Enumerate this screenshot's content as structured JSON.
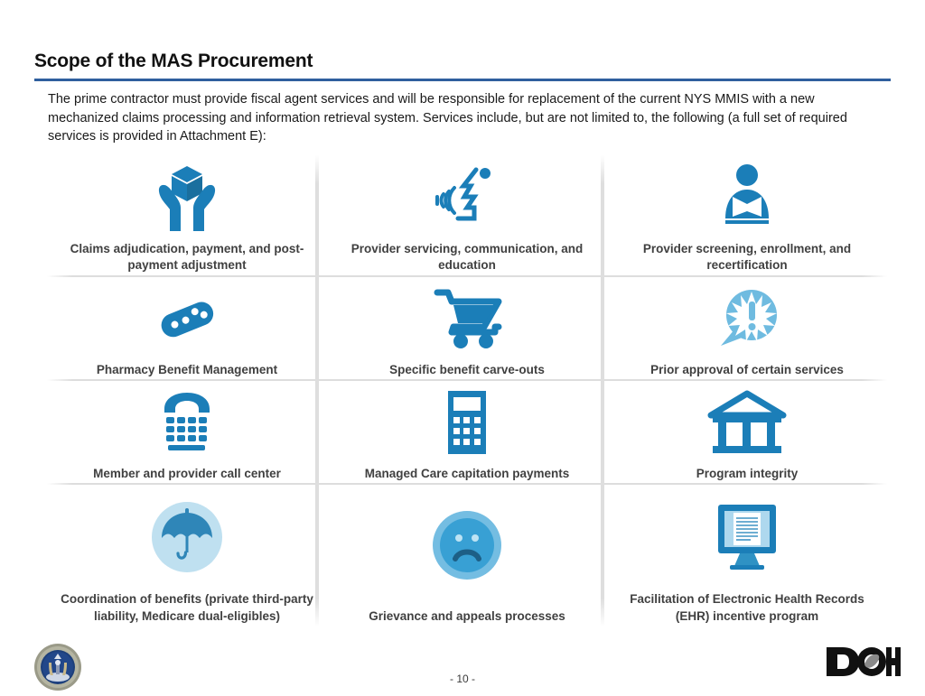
{
  "slide": {
    "title": "Scope of the MAS Procurement",
    "intro": "The prime contractor must provide fiscal agent services and will be responsible for replacement of the current NYS MMIS with a new mechanized claims processing and information retrieval system.  Services include, but are not limited to, the following (a full set of required services is provided in Attachment E):",
    "page_number": "- 10 -",
    "accent_rule_color": "#2f5f9e",
    "icon_primary_color": "#1b7eb8",
    "icon_light_color": "#7fc1e3",
    "caption_color": "#404040"
  },
  "footer": {
    "seal_name": "New York State seal",
    "logo_text": "DOH"
  },
  "grid": {
    "rows": [
      {
        "cells": [
          {
            "caption": "Claims adjudication, payment, and post-payment adjustment",
            "icon": "hands-holding-cube-icon"
          },
          {
            "caption": "Provider servicing, communication, and education",
            "icon": "speaking-person-soundwave-icon"
          },
          {
            "caption": "Provider screening, enrollment, and recertification",
            "icon": "person-reading-book-icon"
          }
        ]
      },
      {
        "cells": [
          {
            "caption": "Pharmacy Benefit Management",
            "icon": "pill-capsule-icon"
          },
          {
            "caption": "Specific benefit carve-outs",
            "icon": "shopping-cart-icon"
          },
          {
            "caption": "Prior approval of certain services",
            "icon": "speech-bubble-exclamation-icon"
          }
        ]
      },
      {
        "cells": [
          {
            "caption": "Member and provider call center",
            "icon": "telephone-keypad-icon"
          },
          {
            "caption": "Managed Care capitation payments",
            "icon": "calculator-icon"
          },
          {
            "caption": "Program integrity",
            "icon": "classical-bank-building-icon"
          }
        ]
      },
      {
        "cells": [
          {
            "caption": "Coordination of benefits (private third-party liability, Medicare dual-eligibles)",
            "icon": "umbrella-circle-icon"
          },
          {
            "caption": "Grievance and appeals processes",
            "icon": "sad-face-circle-icon"
          },
          {
            "caption": "Facilitation of Electronic Health Records (EHR) incentive program",
            "icon": "monitor-document-icon"
          }
        ]
      }
    ]
  }
}
